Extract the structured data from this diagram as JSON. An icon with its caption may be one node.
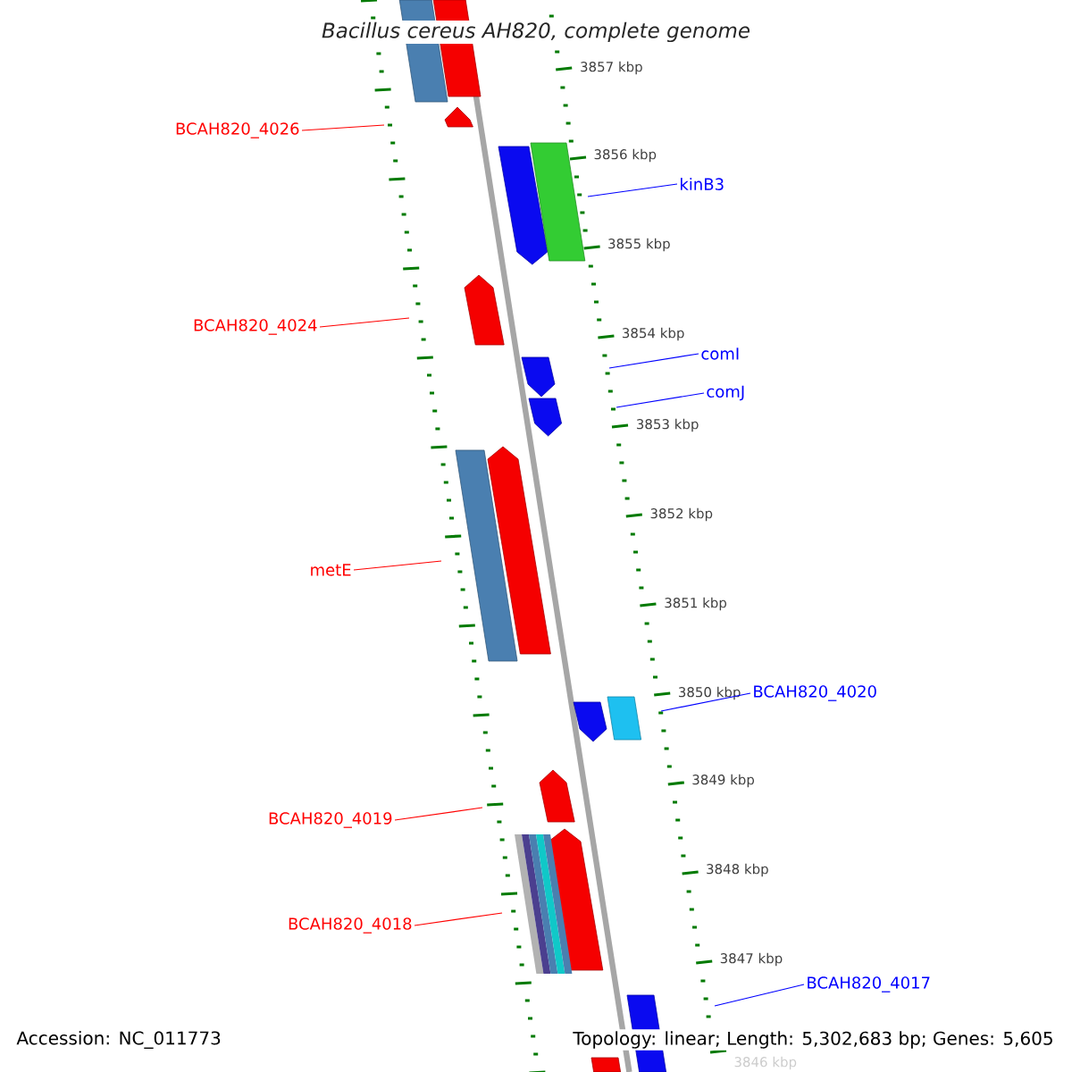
{
  "diagram": {
    "title": "Bacillus cereus AH820, complete genome",
    "nodes": [
      {
        "text": [
          "BCAH820_4026"
        ]
      },
      {
        "text": [
          "kinB3"
        ]
      },
      {
        "text": [
          "BCAH820_4024"
        ]
      },
      {
        "text": [
          "comI"
        ]
      },
      {
        "text": [
          "comJ"
        ]
      },
      {
        "text": [
          "metE"
        ]
      },
      {
        "text": [
          "BCAH820_4020"
        ]
      },
      {
        "text": [
          "BCAH820_4019"
        ]
      },
      {
        "text": [
          "BCAH820_4018"
        ]
      },
      {
        "text": [
          "BCAH820_4017"
        ]
      }
    ],
    "edges": [
      {
        "from": 0,
        "to": null,
        "arrow": "none"
      },
      {
        "from": 1,
        "to": null,
        "arrow": "none",
        "color": "#0000ff"
      },
      {
        "from": 2,
        "to": null,
        "arrow": "none"
      },
      {
        "from": 3,
        "to": null,
        "arrow": "none",
        "color": "#0000ff"
      },
      {
        "from": 4,
        "to": null,
        "arrow": "none",
        "color": "#0000ff"
      },
      {
        "from": 5,
        "to": null,
        "arrow": "none"
      },
      {
        "from": 6,
        "to": null,
        "arrow": "none",
        "color": "#0000ff"
      },
      {
        "from": 7,
        "to": null,
        "arrow": "none"
      },
      {
        "from": 8,
        "to": null,
        "arrow": "none"
      },
      {
        "from": 9,
        "to": null,
        "arrow": "none",
        "color": "#0000ff"
      }
    ],
    "labels": [
      "3857 kbp",
      "3856 kbp",
      "3855 kbp",
      "3854 kbp",
      "3853 kbp",
      "3852 kbp",
      "3851 kbp",
      "3850 kbp",
      "3849 kbp",
      "3848 kbp",
      "3847 kbp",
      "3846 kbp",
      "Accession: NC_011773",
      "Topology: linear; Length: 5,302,683 bp; Genes: 5,605"
    ]
  }
}
